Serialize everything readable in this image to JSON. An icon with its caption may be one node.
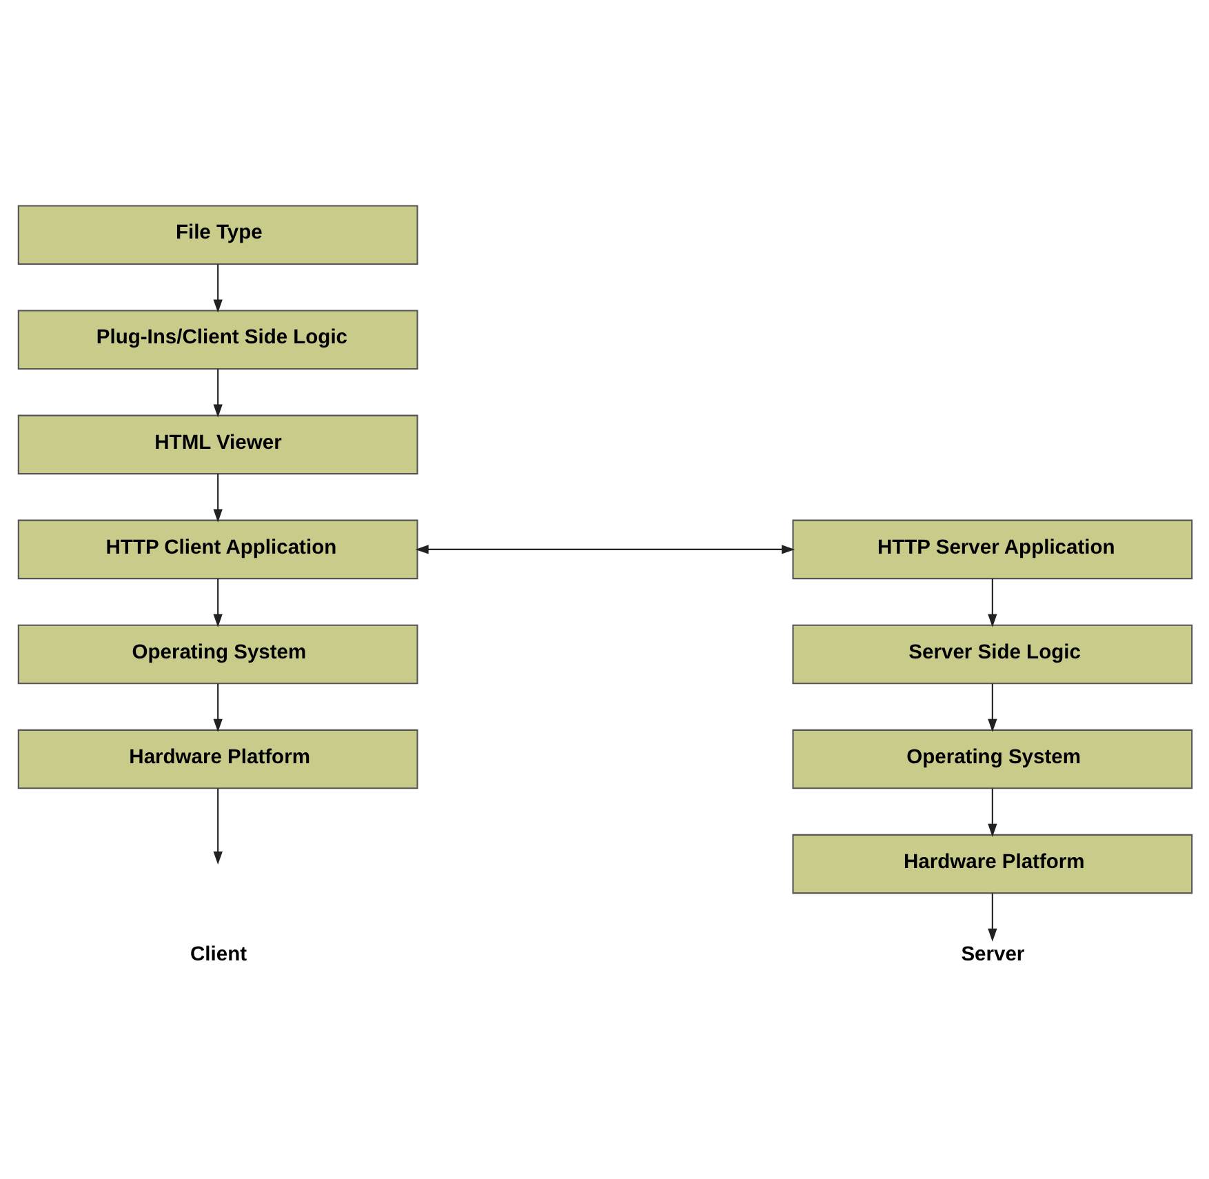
{
  "diagram": {
    "nodes": [
      {
        "text": [
          "File Type"
        ]
      },
      {
        "text": [
          "Plug-Ins/Client Side Logic"
        ]
      },
      {
        "text": [
          "HTML Viewer"
        ]
      },
      {
        "text": [
          "HTTP Client Application"
        ]
      },
      {
        "text": [
          "Operating System"
        ]
      },
      {
        "text": [
          "Hardware Platform"
        ]
      },
      {
        "text": [
          "HTTP Server Application"
        ]
      },
      {
        "text": [
          "Server Side Logic"
        ]
      },
      {
        "text": [
          "Operating System"
        ]
      },
      {
        "text": [
          "Hardware Platform"
        ]
      },
      {
        "text": [
          "Server"
        ]
      }
    ],
    "edges": [
      {
        "from": 0,
        "to": 1,
        "arrow": "to"
      },
      {
        "from": 1,
        "to": 2,
        "arrow": "to"
      },
      {
        "from": 2,
        "to": 3,
        "arrow": "to"
      },
      {
        "from": 3,
        "to": 6,
        "arrow": "both"
      },
      {
        "from": 3,
        "to": 4,
        "arrow": "to"
      },
      {
        "from": 4,
        "to": 5,
        "arrow": "to"
      },
      {
        "from": 5,
        "to": null,
        "arrow": "to"
      },
      {
        "from": 6,
        "to": 7,
        "arrow": "to"
      },
      {
        "from": 7,
        "to": 8,
        "arrow": "to"
      },
      {
        "from": 8,
        "to": 9,
        "arrow": "to"
      },
      {
        "from": 9,
        "to": 10,
        "arrow": "to"
      }
    ],
    "labels": [
      "Client"
    ]
  }
}
